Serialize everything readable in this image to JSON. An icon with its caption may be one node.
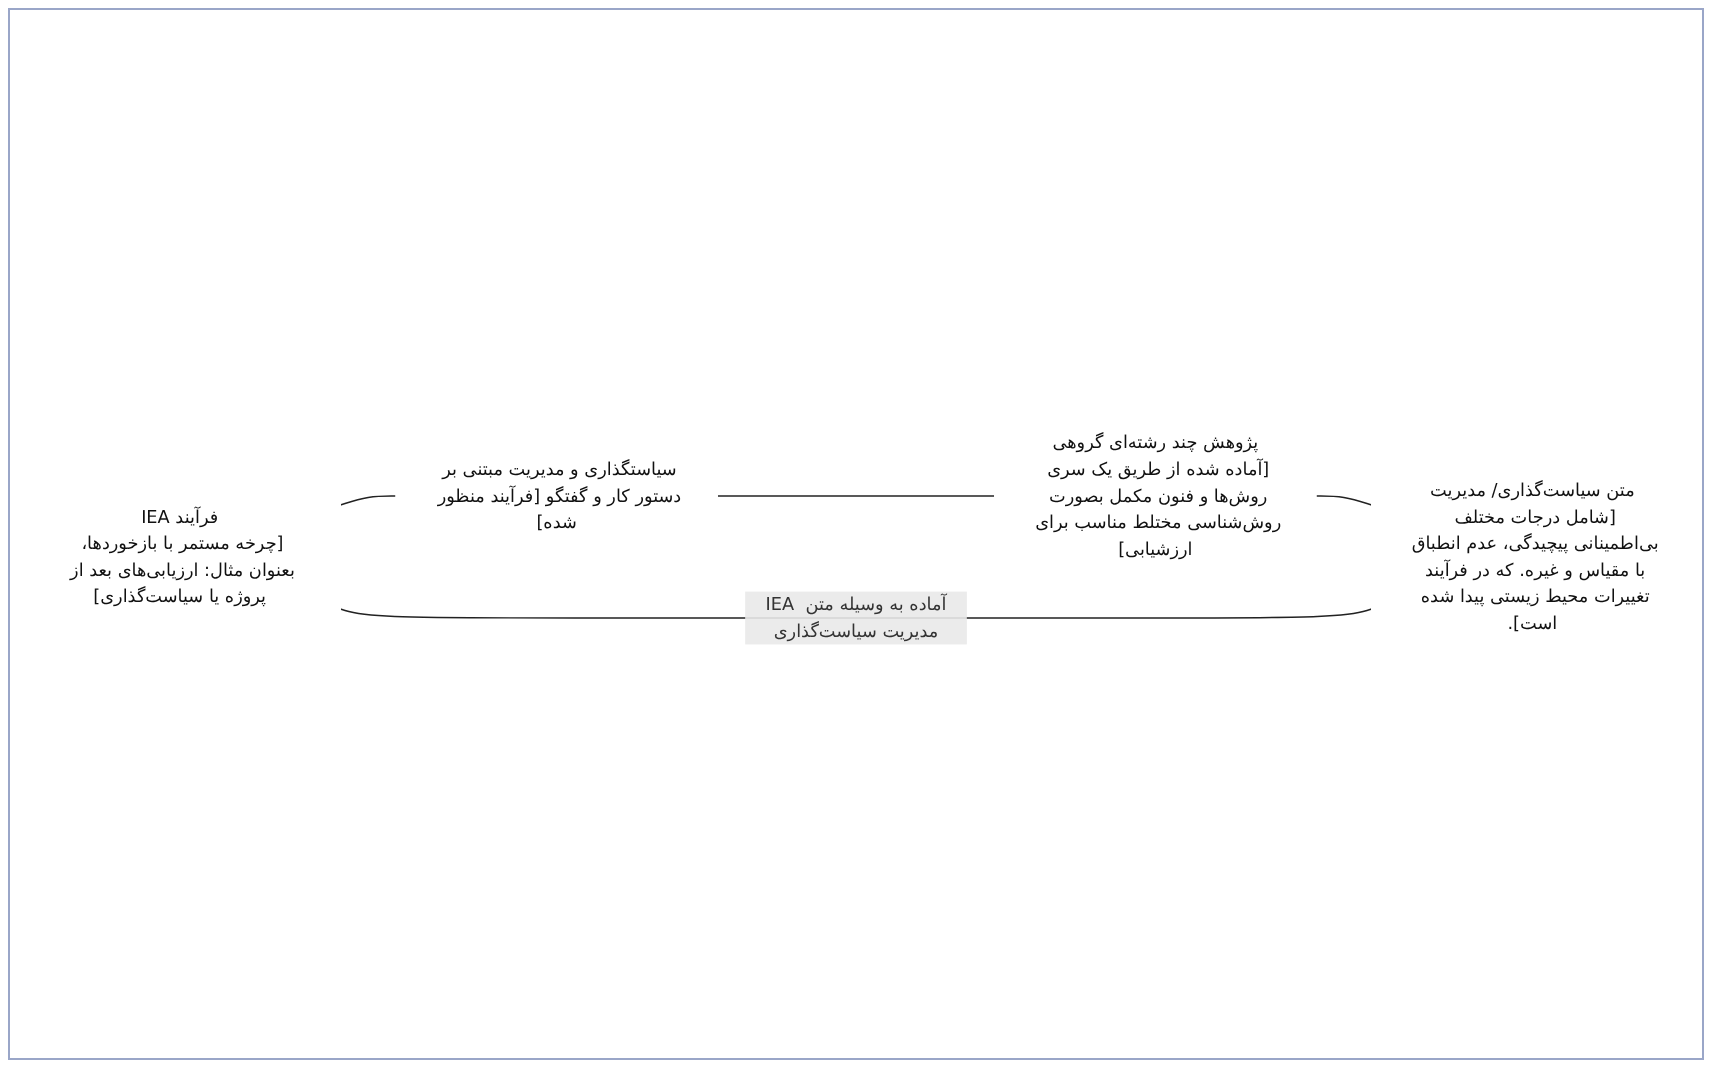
{
  "diagram": {
    "nodes": [
      {
        "text": [
          "فرآیند IEA",
          "[چرخه مستمر با بازخوردها، بعنوان مثال: ارزیابی‌های بعد از پروژه یا سیاست‌گذاری]"
        ]
      },
      {
        "text": [
          "سیاستگذاری و مدیریت مبتنی بر دستور کار و گفتگو [فرآیند منظور شده]"
        ]
      },
      {
        "text": [
          "پژوهش چند رشته‌ای گروهی",
          "[آماده شده از طریق یک سری روش‌ها و فنون مکمل بصورت روش‌شناسی مختلط مناسب برای ارزشیابی]"
        ]
      },
      {
        "text": [
          "متن سیاست‌گذاری/ مدیریت",
          "[شامل درجات مختلف بی‌اطمینانی پیچیدگی، عدم انطباق با مقیاس و غیره. که در فرآیند تغییرات محیط زیستی پیدا شده است]."
        ]
      }
    ],
    "edges": [
      {
        "from": 0,
        "to": 1,
        "arrow": "none"
      },
      {
        "from": 1,
        "to": 2,
        "arrow": "none"
      },
      {
        "from": 2,
        "to": 3,
        "arrow": "none"
      },
      {
        "from": 3,
        "to": 0,
        "arrow": "none",
        "label": "IEA آماده به وسیله متن مدیریت سیاست‌گذاری"
      }
    ]
  }
}
